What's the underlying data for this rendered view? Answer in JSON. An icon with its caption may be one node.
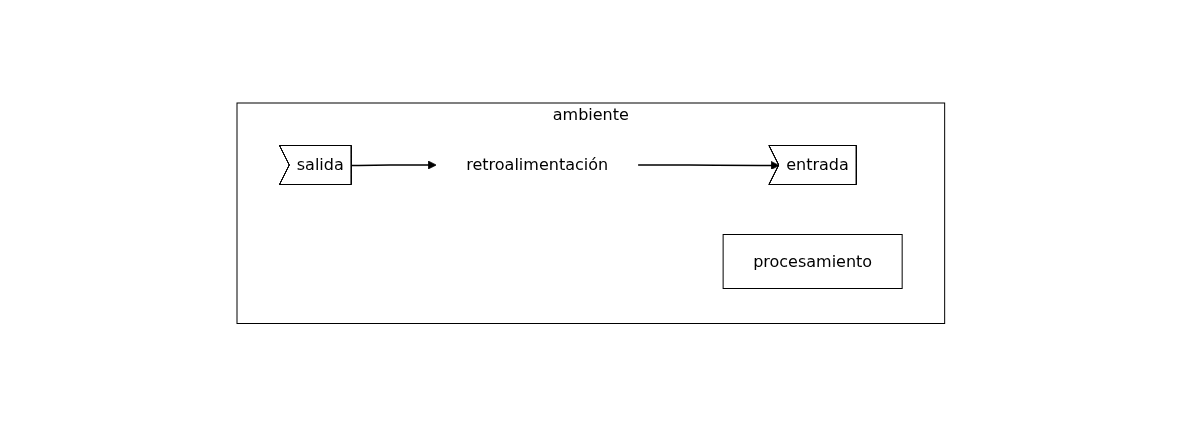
{
  "diagram": {
    "nodes": [
      {
        "text": [
          "ambiente"
        ]
      },
      {
        "text": [
          "entrada"
        ],
        "in": 0
      },
      {
        "text": [
          "procesamiento"
        ],
        "in": 0
      },
      {
        "text": [
          "salida"
        ],
        "in": 0
      },
      {
        "text": [
          "retroalimentación"
        ],
        "in": 0
      }
    ],
    "edges": [
      {
        "from": 3,
        "to": 4,
        "arrow": "to"
      },
      {
        "from": 4,
        "to": 1,
        "arrow": "to"
      }
    ]
  }
}
